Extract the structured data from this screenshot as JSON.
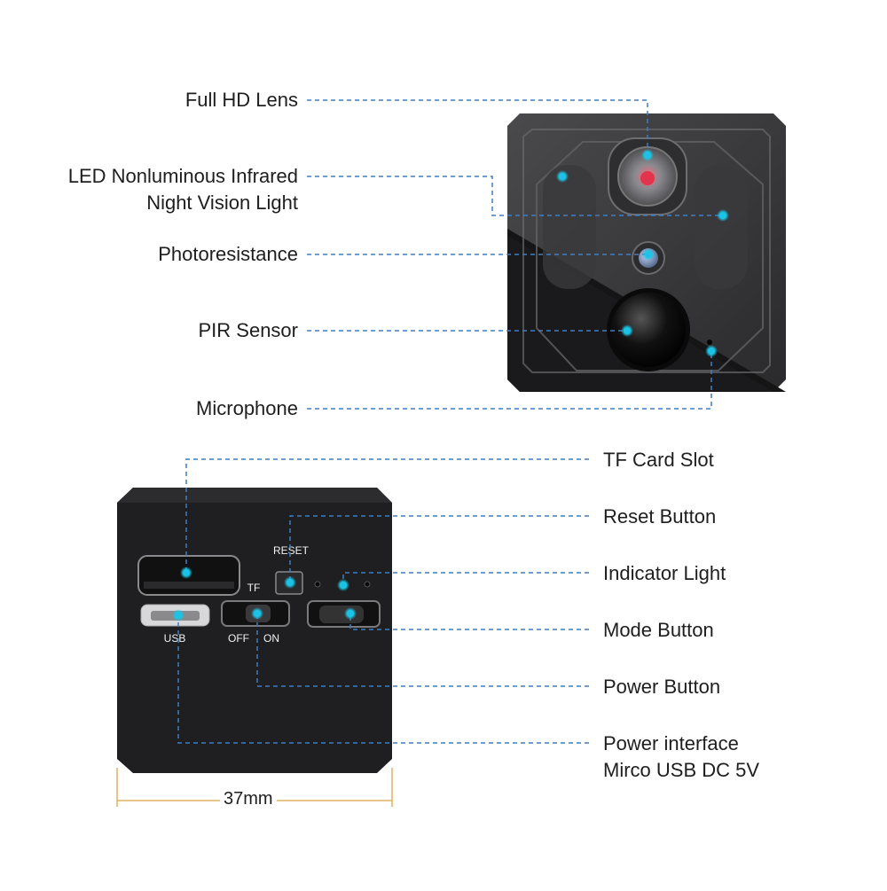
{
  "front_labels": {
    "full_hd_lens": "Full HD Lens",
    "led_line1": "LED Nonluminous Infrared",
    "led_line2": "Night Vision Light",
    "photoresistance": "Photoresistance",
    "pir_sensor": "PIR Sensor",
    "microphone": "Microphone"
  },
  "back_labels": {
    "tf_card_slot": "TF Card Slot",
    "reset_button": "Reset Button",
    "indicator_light": "Indicator Light",
    "mode_button": "Mode Button",
    "power_button": "Power Button",
    "power_interface_line1": "Power interface",
    "power_interface_line2": "Mirco USB DC 5V"
  },
  "device_markings": {
    "reset": "RESET",
    "tf": "TF",
    "usb": "USB",
    "off": "OFF",
    "on": "ON"
  },
  "dimension": "37mm",
  "colors": {
    "leader_line": "#3f7fc0",
    "hotspot": "#19c3e6",
    "body_dark": "#1d1d1f",
    "body_gloss": "#3a3a3c"
  }
}
